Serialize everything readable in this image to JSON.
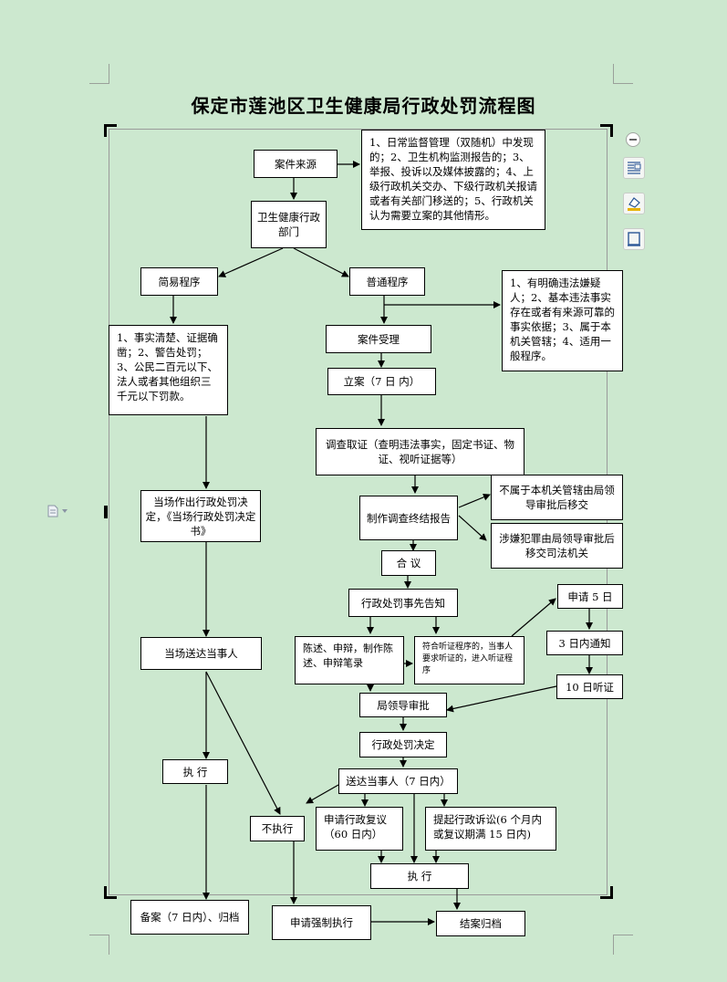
{
  "title": "保定市莲池区卫生健康局行政处罚流程图",
  "boxes": {
    "case_source": "案件来源",
    "source_list": "1、日常监督管理（双随机）中发现的；2、卫生机构监测报告的；3、举报、投诉以及媒体披露的；4、上级行政机关交办、下级行政机关报请或者有关部门移送的；5、行政机关认为需要立案的其他情形。",
    "health_dept": "卫生健康行政部门",
    "simple_procedure": "简易程序",
    "ordinary_procedure": "普通程序",
    "ordinary_conditions": "1、有明确违法嫌疑人；2、基本违法事实存在或者有来源可靠的事实依据；3、属于本机关管辖；4、适用一般程序。",
    "simple_conditions": "1、事实清楚、证据确凿；2、警告处罚；3、公民二百元以下、法人或者其他组织三千元以下罚款。",
    "case_accept": "案件受理",
    "filing": "立案（7 日  内）",
    "investigation": "调查取证（查明违法事实，固定书证、物证、视听证据等）",
    "not_jurisdiction": "不属于本机关管辖由局领导审批后移交",
    "suspected_crime": "涉嫌犯罪由局领导审批后移交司法机关",
    "final_report": "制作调查终结报告",
    "onsite_decision": "当场作出行政处罚决定，《当场行政处罚决定书》",
    "discussion": "合    议",
    "prior_notice": "行政处罚事先告知",
    "apply_5days": "申请 5 日",
    "notify_3days": "3 日内通知",
    "hearing_10days": "10 日听证",
    "onsite_serve": "当场送达当事人",
    "statement_defense": "陈述、申辩，制作陈述、申辩笔录",
    "hearing_condition": "符合听证程序的，当事人要求听证的，进入听证程序",
    "leader_approval": "局领导审批",
    "penalty_decision": "行政处罚决定",
    "serve_party": "送达当事人（7 日内）",
    "execute_left": "执    行",
    "not_execute": "不执行",
    "admin_review": "申请行政复议（60 日内）",
    "admin_lawsuit": "提起行政诉讼(6 个月内或复议期满 15 日内)",
    "execute_bottom": "执          行",
    "filing_record": "备案（7 日内）、归档",
    "forced_execution": "申请强制执行",
    "case_closed": "结案归档"
  },
  "icons": {
    "minus": "minus-circle-icon",
    "layout": "text-layout-icon",
    "shape": "shape-fill-icon",
    "frame": "frame-icon",
    "doc": "document-icon"
  },
  "colors": {
    "background": "#cce8cf",
    "box_fill": "#ffffff",
    "line": "#000000"
  }
}
